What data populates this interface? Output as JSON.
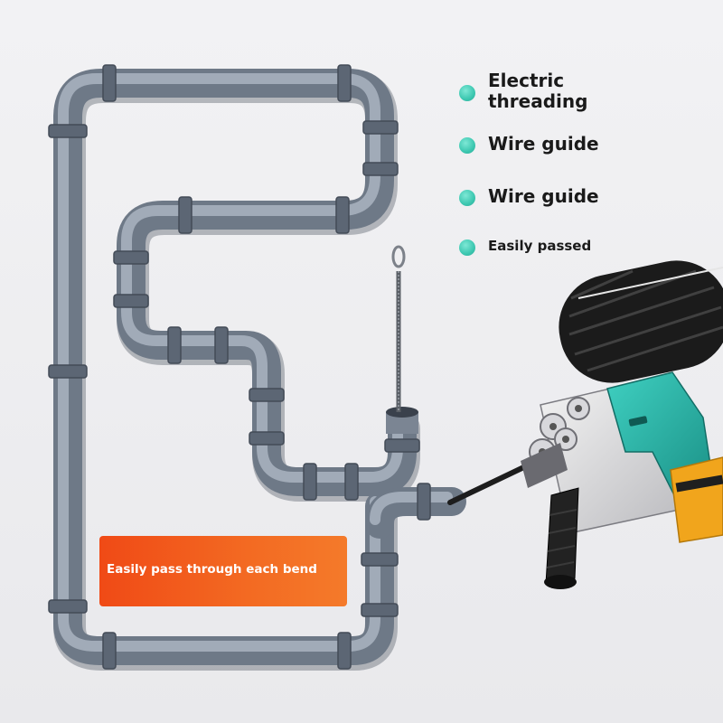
{
  "features": [
    {
      "label": "Electric threading",
      "icon": "teal-dot-icon"
    },
    {
      "label": "Wire guide",
      "icon": "teal-dot-icon"
    },
    {
      "label": "Wire guide",
      "icon": "teal-dot-icon"
    },
    {
      "label": "Easily passed",
      "icon": "teal-dot-icon"
    }
  ],
  "banner": {
    "text": "Easily pass through each bend"
  },
  "colors": {
    "pipe": "#7a8594",
    "pipe_highlight": "#b9c2cf",
    "accent_dot": "#3cc7b0",
    "banner": "#f25a1c",
    "tool_body": "#2bb3a6",
    "battery": "#f1a51c",
    "cable": "#1d1d1d"
  }
}
